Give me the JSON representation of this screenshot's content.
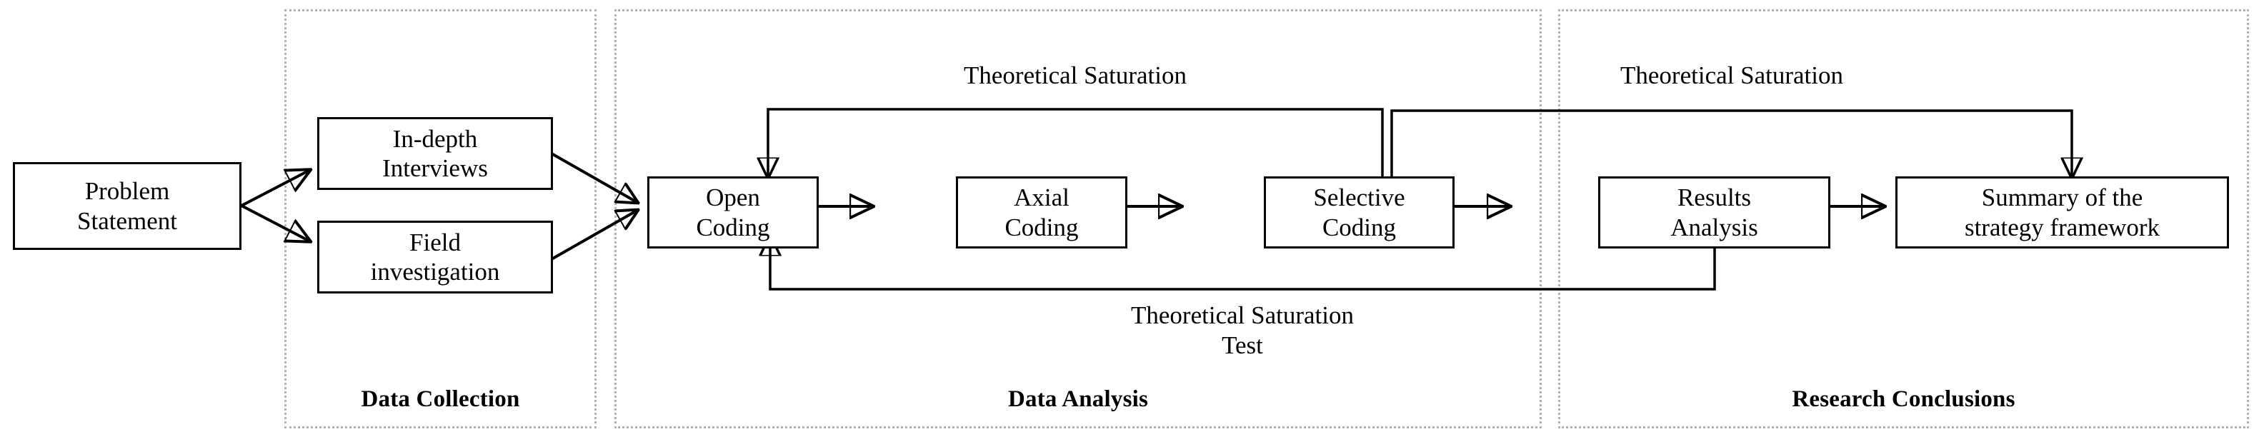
{
  "figure": {
    "type": "flowchart",
    "orientation": "left-to-right",
    "background": "#ffffff",
    "line_color": "#000000",
    "section_border_color": "#b3b3b3"
  },
  "sections": [
    {
      "id": "data-collection",
      "label": "Data Collection"
    },
    {
      "id": "data-analysis",
      "label": "Data Analysis"
    },
    {
      "id": "research-conclusions",
      "label": "Research Conclusions"
    }
  ],
  "nodes": [
    {
      "id": "problem-statement",
      "line1": "Problem",
      "line2": "Statement"
    },
    {
      "id": "in-depth-interviews",
      "line1": "In-depth",
      "line2": "Interviews"
    },
    {
      "id": "field-investigation",
      "line1": "Field",
      "line2": "investigation"
    },
    {
      "id": "open-coding",
      "line1": "Open",
      "line2": "Coding"
    },
    {
      "id": "axial-coding",
      "line1": "Axial",
      "line2": "Coding"
    },
    {
      "id": "selective-coding",
      "line1": "Selective",
      "line2": "Coding"
    },
    {
      "id": "results-analysis",
      "line1": "Results",
      "line2": "Analysis"
    },
    {
      "id": "summary-framework",
      "line1": "Summary of the",
      "line2": "strategy framework"
    }
  ],
  "edge_labels": [
    {
      "id": "theoretical-saturation-top-left",
      "line1": "Theoretical Saturation",
      "line2": ""
    },
    {
      "id": "theoretical-saturation-top-right",
      "line1": "Theoretical Saturation",
      "line2": ""
    },
    {
      "id": "theoretical-saturation-test",
      "line1": "Theoretical Saturation",
      "line2": "Test"
    }
  ],
  "edges": [
    {
      "from": "problem-statement",
      "to": "in-depth-interviews",
      "style": "diagonal-arrow"
    },
    {
      "from": "problem-statement",
      "to": "field-investigation",
      "style": "diagonal-arrow"
    },
    {
      "from": "in-depth-interviews",
      "to": "open-coding",
      "style": "diagonal-arrow"
    },
    {
      "from": "field-investigation",
      "to": "open-coding",
      "style": "diagonal-arrow"
    },
    {
      "from": "open-coding",
      "to": "axial-coding",
      "style": "straight-arrow"
    },
    {
      "from": "axial-coding",
      "to": "selective-coding",
      "style": "straight-arrow"
    },
    {
      "from": "selective-coding",
      "to": "results-analysis",
      "style": "straight-arrow"
    },
    {
      "from": "results-analysis",
      "to": "summary-framework",
      "style": "straight-arrow"
    },
    {
      "from": "selective-coding",
      "to": "open-coding",
      "style": "feedback-over-top",
      "label": "theoretical-saturation-top-left"
    },
    {
      "from": "selective-coding",
      "to": "summary-framework",
      "style": "feedback-over-top",
      "label": "theoretical-saturation-top-right"
    },
    {
      "from": "results-analysis",
      "to": "open-coding",
      "style": "feedback-under-bottom",
      "label": "theoretical-saturation-test"
    }
  ]
}
